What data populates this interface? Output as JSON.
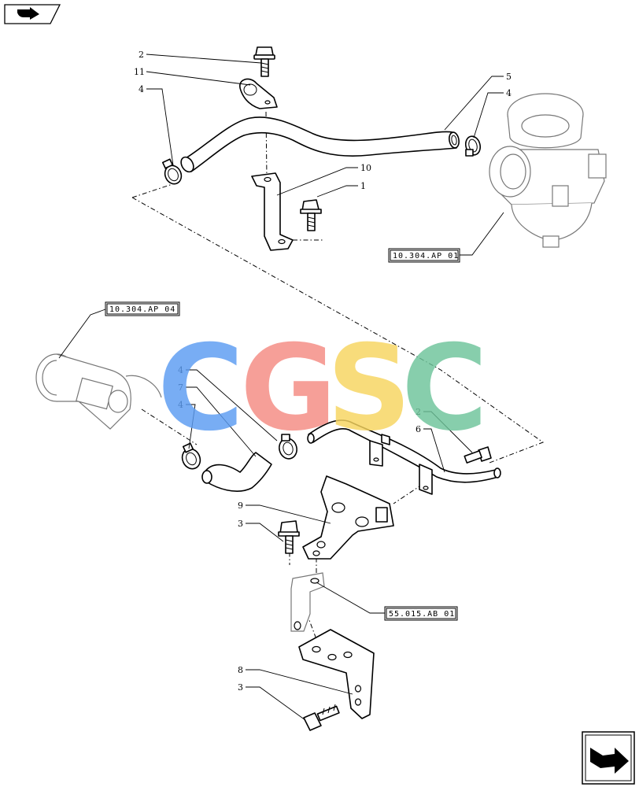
{
  "callouts": [
    {
      "id": "c-2a",
      "text": "2"
    },
    {
      "id": "c-11",
      "text": "11"
    },
    {
      "id": "c-4a",
      "text": "4"
    },
    {
      "id": "c-5",
      "text": "5"
    },
    {
      "id": "c-4b",
      "text": "4"
    },
    {
      "id": "c-10",
      "text": "10"
    },
    {
      "id": "c-1",
      "text": "1"
    },
    {
      "id": "c-4c",
      "text": "4"
    },
    {
      "id": "c-7",
      "text": "7"
    },
    {
      "id": "c-4d",
      "text": "4"
    },
    {
      "id": "c-2b",
      "text": "2"
    },
    {
      "id": "c-6",
      "text": "6"
    },
    {
      "id": "c-9",
      "text": "9"
    },
    {
      "id": "c-3a",
      "text": "3"
    },
    {
      "id": "c-8",
      "text": "8"
    },
    {
      "id": "c-3b",
      "text": "3"
    }
  ],
  "references": {
    "top_right": "10.304.AP 01",
    "middle_left": "10.304.AP 04",
    "bottom": "55.015.AB 01"
  },
  "watermark": {
    "letters": [
      "C",
      "G",
      "S",
      "C"
    ],
    "colors": [
      "#5b9cf2",
      "#f58a82",
      "#f7d55f",
      "#6dc49a"
    ]
  },
  "icons": {
    "top_left": "arrow-right-icon",
    "bottom_right": "next-page-arrow-icon"
  }
}
